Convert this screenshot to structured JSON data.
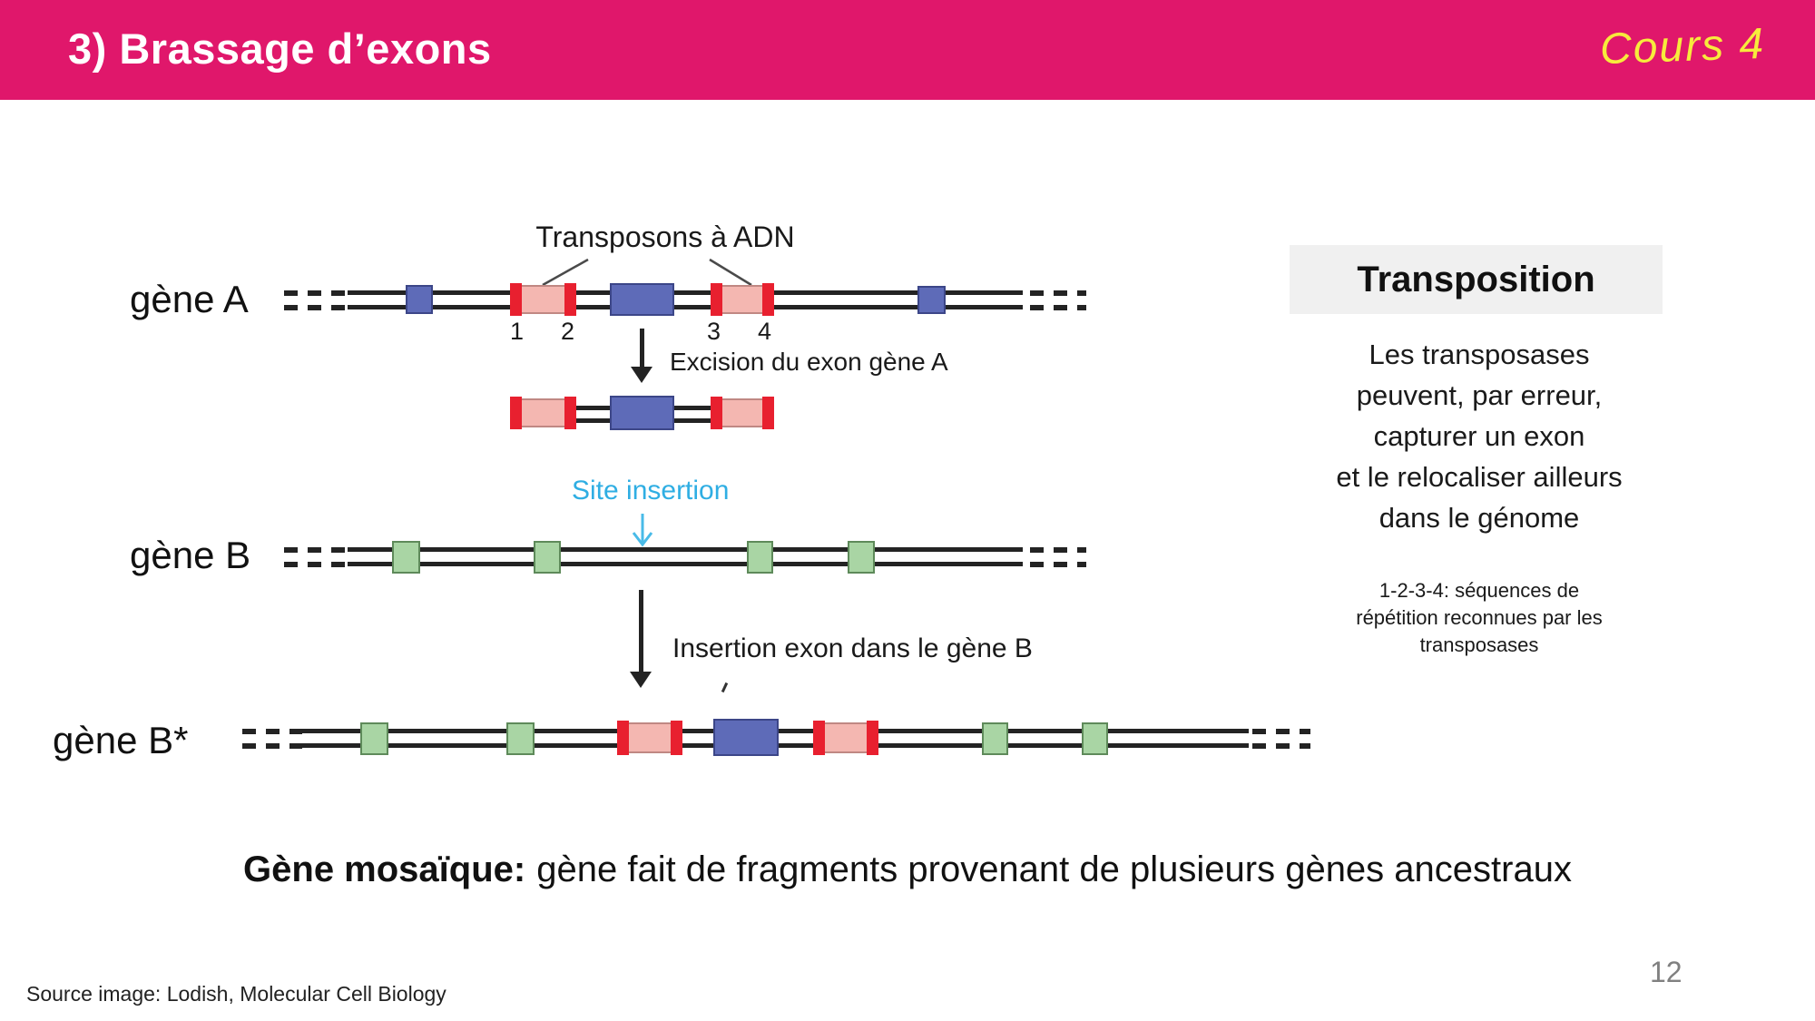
{
  "header": {
    "title": "3) Brassage d’exons",
    "badge": "Cours 4",
    "bg_color": "#E0176B",
    "badge_color": "#F7EB3C"
  },
  "diagram": {
    "transposons_label": "Transposons à ADN",
    "gene_a": {
      "label": "gène A",
      "repeat_numbers": [
        "1",
        "2",
        "3",
        "4"
      ]
    },
    "excision_arrow_label": "Excision du exon gène A",
    "site_insertion_label": "Site insertion",
    "gene_b": {
      "label": "gène B"
    },
    "insertion_arrow_label": "Insertion exon dans le gène B",
    "gene_b_star": {
      "label": "gène B*"
    },
    "colors": {
      "exon_gene_a_blue": "#5E6BB8",
      "transposon_pink": "#F4B7B1",
      "repeat_red": "#E8202F",
      "exon_gene_b_green": "#A9D5A4",
      "dna_line": "#232323",
      "insertion_cyan": "#2FAEE3"
    }
  },
  "side_panel": {
    "title": "Transposition",
    "body": "Les transposases\npeuvent, par erreur,\ncapturer un exon\net le relocaliser ailleurs\ndans le génome",
    "note": "1-2-3-4: séquences de\nrépétition reconnues par les\ntransposases"
  },
  "footer": {
    "definition_term": "Gène mosaïque:",
    "definition_text": "gène fait de fragments provenant de plusieurs gènes ancestraux",
    "source": "Source image: Lodish, Molecular Cell Biology",
    "page_number": "12"
  }
}
